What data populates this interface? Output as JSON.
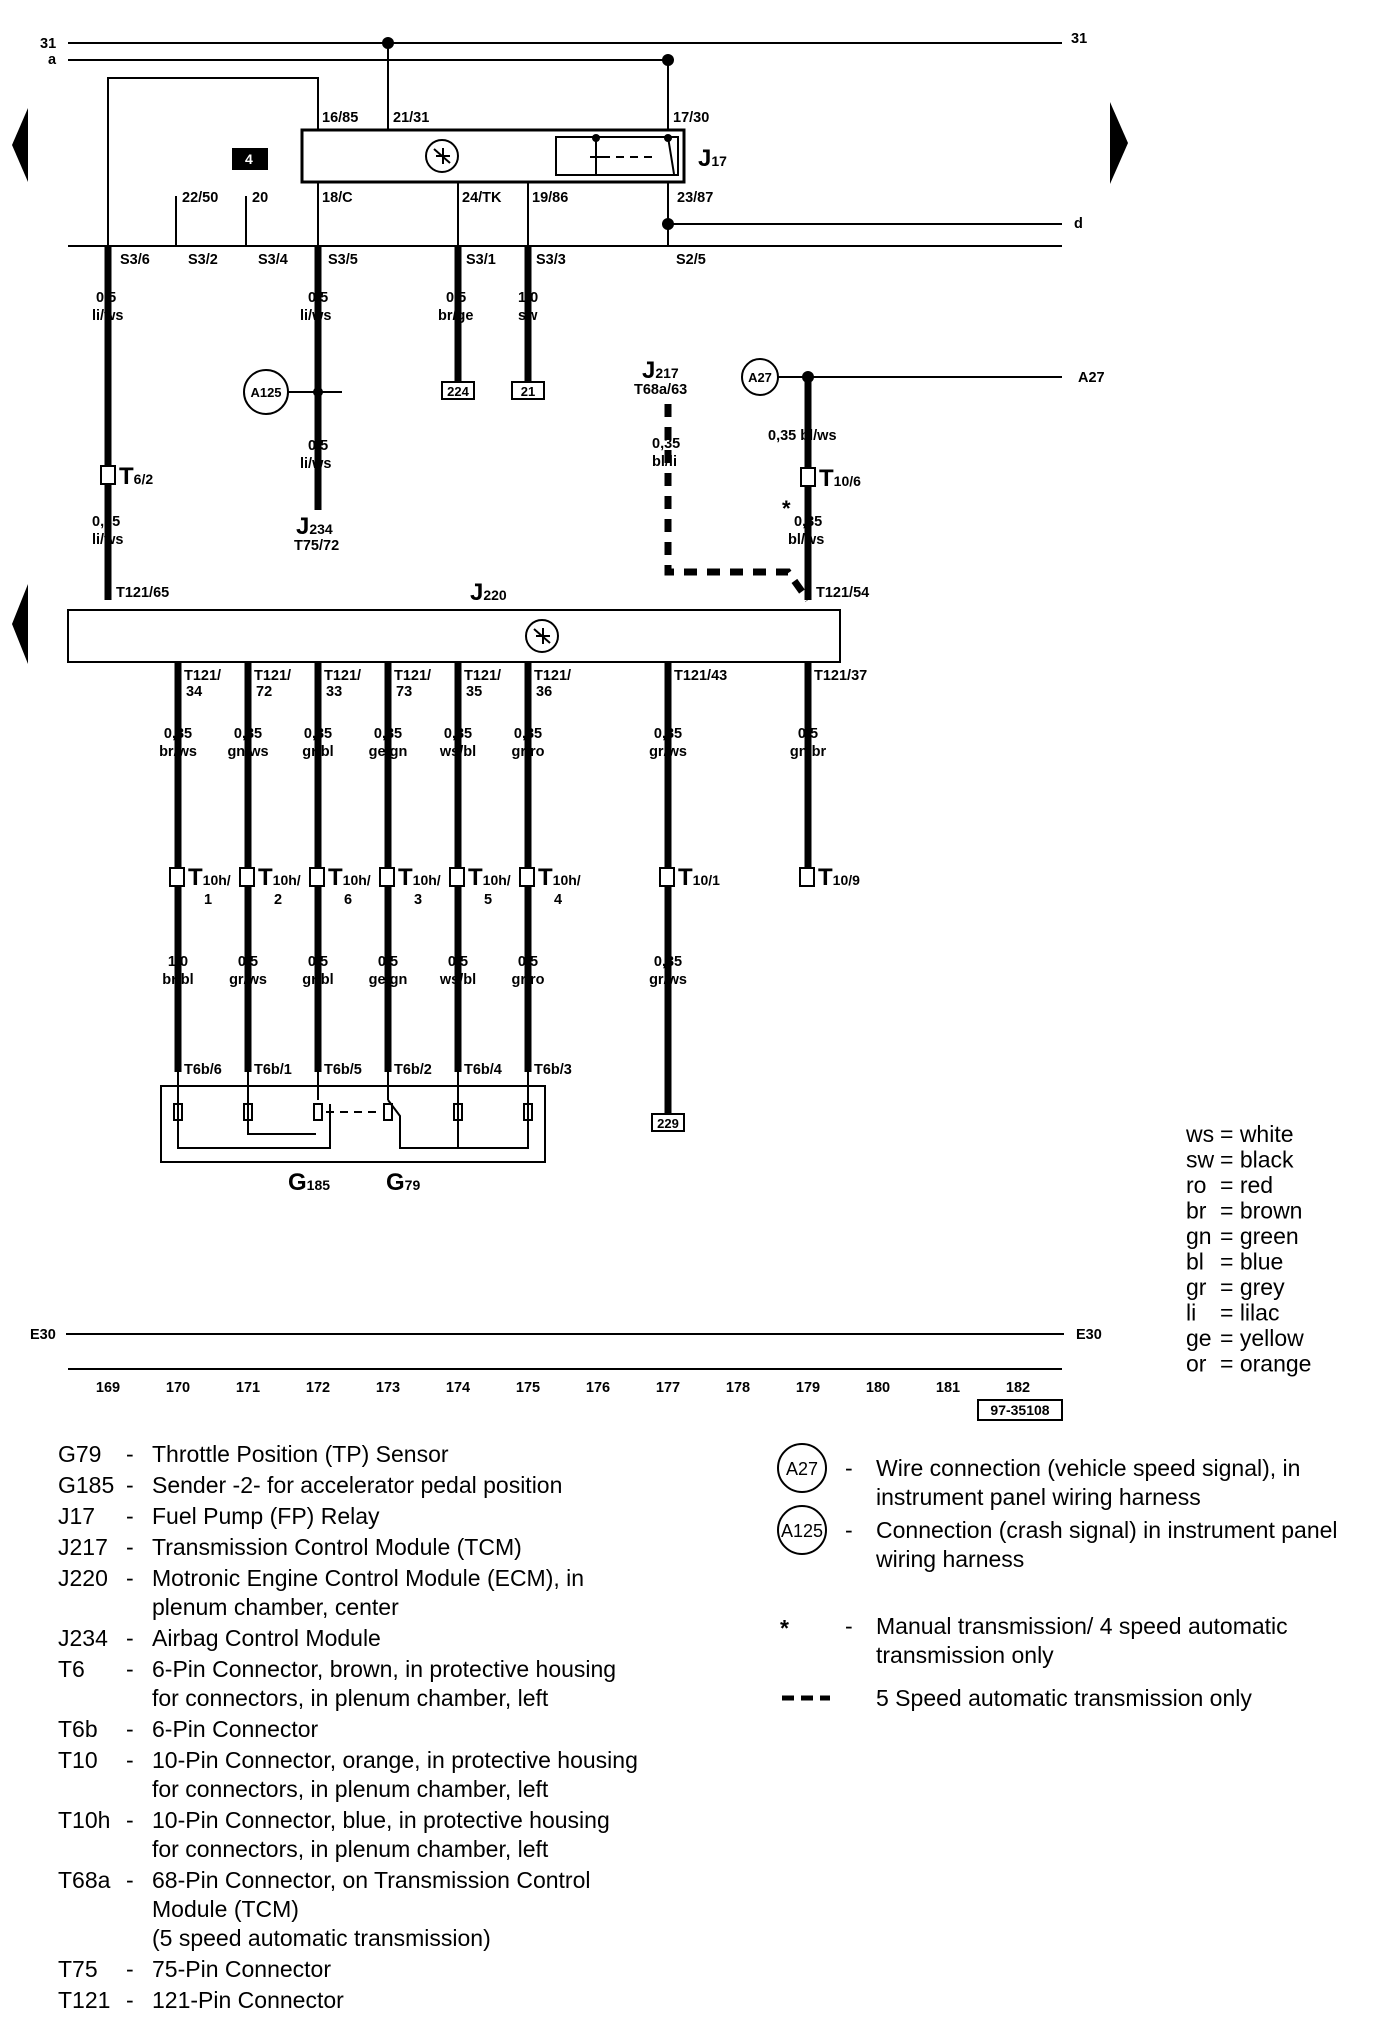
{
  "rails": {
    "top_left": "31",
    "top_left2": "a",
    "top_right": "31",
    "d": "d",
    "a27_right": "A27",
    "e30_left": "E30",
    "e30_right": "E30"
  },
  "page_marker": "4",
  "j17": {
    "name": "J",
    "sub": "17",
    "pins_top": [
      "16/85",
      "21/31",
      "17/30"
    ],
    "pins_bottom": [
      "18/C",
      "24/TK",
      "19/86",
      "23/87"
    ]
  },
  "splices": [
    "S3/6",
    "S3/2",
    "S3/4",
    "S3/5",
    "S3/1",
    "S3/3",
    "S2/5"
  ],
  "misc_pins": [
    "22/50",
    "20"
  ],
  "upper_wires": [
    {
      "size": "0,5",
      "color": "li/ws"
    },
    {
      "size": "0,5",
      "color": "li/ws"
    },
    {
      "size": "0,5",
      "color": "br/ge"
    },
    {
      "size": "1,0",
      "color": "sw"
    },
    {
      "size": "0,5",
      "color": "li/ws"
    },
    {
      "size": "0,35",
      "color": "li/ws"
    },
    {
      "size": "0,35",
      "color": "bl/li"
    },
    {
      "size": "0,35 bl/ws",
      "color": ""
    },
    {
      "size": "0,35",
      "color": "bl/ws"
    }
  ],
  "refs": {
    "r224": "224",
    "r21": "21",
    "r229": "229"
  },
  "circles": {
    "a125": "A125",
    "a27": "A27"
  },
  "j234": {
    "name": "J",
    "sub": "234",
    "pin": "T75/72"
  },
  "j217": {
    "name": "J",
    "sub": "217",
    "pin": "T68a/63"
  },
  "t6": {
    "name": "T",
    "sub": "6/2"
  },
  "t10_6": {
    "name": "T",
    "sub": "10/6"
  },
  "star": "*",
  "j220": {
    "name": "J",
    "sub": "220",
    "pin_left": "T121/65",
    "pin_right": "T121/54"
  },
  "lower_wires": [
    {
      "pin": [
        "T121/",
        "34"
      ],
      "size": "0,35",
      "color": "br/ws",
      "conn": [
        "10h/",
        "1"
      ],
      "size2": "1,0",
      "color2": "br/bl",
      "t6b": "T6b/6"
    },
    {
      "pin": [
        "T121/",
        "72"
      ],
      "size": "0,35",
      "color": "gn/ws",
      "conn": [
        "10h/",
        "2"
      ],
      "size2": "0,5",
      "color2": "gr/ws",
      "t6b": "T6b/1"
    },
    {
      "pin": [
        "T121/",
        "33"
      ],
      "size": "0,35",
      "color": "gr/bl",
      "conn": [
        "10h/",
        "6"
      ],
      "size2": "0,5",
      "color2": "gr/bl",
      "t6b": "T6b/5"
    },
    {
      "pin": [
        "T121/",
        "73"
      ],
      "size": "0,35",
      "color": "ge/gn",
      "conn": [
        "10h/",
        "3"
      ],
      "size2": "0,5",
      "color2": "ge/gn",
      "t6b": "T6b/2"
    },
    {
      "pin": [
        "T121/",
        "35"
      ],
      "size": "0,35",
      "color": "ws/bl",
      "conn": [
        "10h/",
        "5"
      ],
      "size2": "0,5",
      "color2": "ws/bl",
      "t6b": "T6b/4"
    },
    {
      "pin": [
        "T121/",
        "36"
      ],
      "size": "0,35",
      "color": "gr/ro",
      "conn": [
        "10h/",
        "4"
      ],
      "size2": "0,5",
      "color2": "gr/ro",
      "t6b": "T6b/3"
    },
    {
      "pin": [
        "T121/43",
        ""
      ],
      "size": "0,35",
      "color": "gr/ws",
      "conn": [
        "10/1",
        ""
      ],
      "size2": "0,35",
      "color2": "gr/ws",
      "t6b": ""
    },
    {
      "pin": [
        "T121/37",
        ""
      ],
      "size": "0,5",
      "color": "gn/br",
      "conn": [
        "10/9",
        ""
      ],
      "size2": "",
      "color2": "",
      "t6b": ""
    }
  ],
  "conn_letter": "T",
  "sensors": [
    {
      "name": "G",
      "sub": "185"
    },
    {
      "name": "G",
      "sub": "79"
    }
  ],
  "color_key": [
    {
      "code": "ws",
      "name": "white"
    },
    {
      "code": "sw",
      "name": "black"
    },
    {
      "code": "ro",
      "name": "red"
    },
    {
      "code": "br",
      "name": "brown"
    },
    {
      "code": "gn",
      "name": "green"
    },
    {
      "code": "bl",
      "name": "blue"
    },
    {
      "code": "gr",
      "name": "grey"
    },
    {
      "code": "li",
      "name": "lilac"
    },
    {
      "code": "ge",
      "name": "yellow"
    },
    {
      "code": "or",
      "name": "orange"
    }
  ],
  "columns": [
    "169",
    "170",
    "171",
    "172",
    "173",
    "174",
    "175",
    "176",
    "177",
    "178",
    "179",
    "180",
    "181",
    "182"
  ],
  "doc_number": "97-35108",
  "legend_left": [
    {
      "code": "G79",
      "dash": "-",
      "lines": [
        "Throttle Position (TP) Sensor"
      ]
    },
    {
      "code": "G185",
      "dash": "-",
      "lines": [
        "Sender -2- for accelerator pedal position"
      ]
    },
    {
      "code": "J17",
      "dash": "-",
      "lines": [
        "Fuel Pump (FP) Relay"
      ]
    },
    {
      "code": "J217",
      "dash": "-",
      "lines": [
        "Transmission Control Module (TCM)"
      ]
    },
    {
      "code": "J220",
      "dash": "-",
      "lines": [
        "Motronic Engine Control Module (ECM), in",
        "plenum chamber, center"
      ]
    },
    {
      "code": "J234",
      "dash": "-",
      "lines": [
        "Airbag Control Module"
      ]
    },
    {
      "code": "T6",
      "dash": "-",
      "lines": [
        "6-Pin Connector, brown, in protective housing",
        "for connectors, in plenum chamber, left"
      ]
    },
    {
      "code": "T6b",
      "dash": "-",
      "lines": [
        "6-Pin Connector"
      ]
    },
    {
      "code": "T10",
      "dash": "-",
      "lines": [
        "10-Pin Connector, orange, in protective housing",
        "for connectors, in plenum chamber, left"
      ]
    },
    {
      "code": "T10h",
      "dash": "-",
      "lines": [
        "10-Pin Connector, blue, in protective housing",
        "for connectors, in plenum chamber, left"
      ]
    },
    {
      "code": "T68a",
      "dash": "-",
      "lines": [
        "68-Pin Connector, on Transmission Control",
        "Module (TCM)",
        "(5 speed automatic transmission)"
      ]
    },
    {
      "code": "T75",
      "dash": "-",
      "lines": [
        "75-Pin Connector"
      ]
    },
    {
      "code": "T121",
      "dash": "-",
      "lines": [
        "121-Pin Connector"
      ]
    }
  ],
  "legend_right": [
    {
      "code": "A27",
      "dash": "-",
      "lines": [
        "Wire connection (vehicle speed signal), in",
        "instrument panel wiring harness"
      ]
    },
    {
      "code": "A125",
      "dash": "-",
      "lines": [
        "Connection (crash signal) in instrument panel",
        "wiring harness"
      ]
    },
    {
      "code": "*",
      "dash": "-",
      "lines": [
        "Manual transmission/ 4 speed automatic",
        "transmission only"
      ]
    },
    {
      "code": "",
      "dash": "",
      "lines": [
        "5 Speed automatic transmission only"
      ]
    }
  ]
}
